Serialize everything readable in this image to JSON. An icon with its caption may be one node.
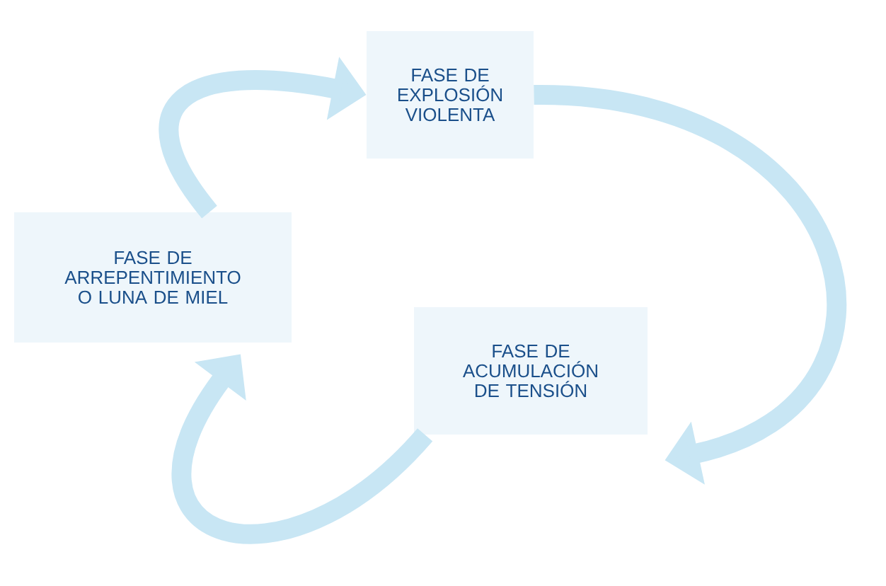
{
  "diagram": {
    "nodes": [
      {
        "text": [
          "FASE DE EXPLOSIÓN VIOLENTA"
        ]
      },
      {
        "text": [
          "FASE DE ARREPENTIMIENTO O LUNA DE MIEL"
        ]
      },
      {
        "text": [
          "FASE DE ACUMULACIÓN DE TENSIÓN"
        ]
      }
    ],
    "edges": [
      {
        "from": 1,
        "to": 0,
        "arrow": "to"
      },
      {
        "from": 0,
        "to": 2,
        "arrow": "to"
      },
      {
        "from": 2,
        "to": 1,
        "arrow": "to"
      }
    ]
  }
}
